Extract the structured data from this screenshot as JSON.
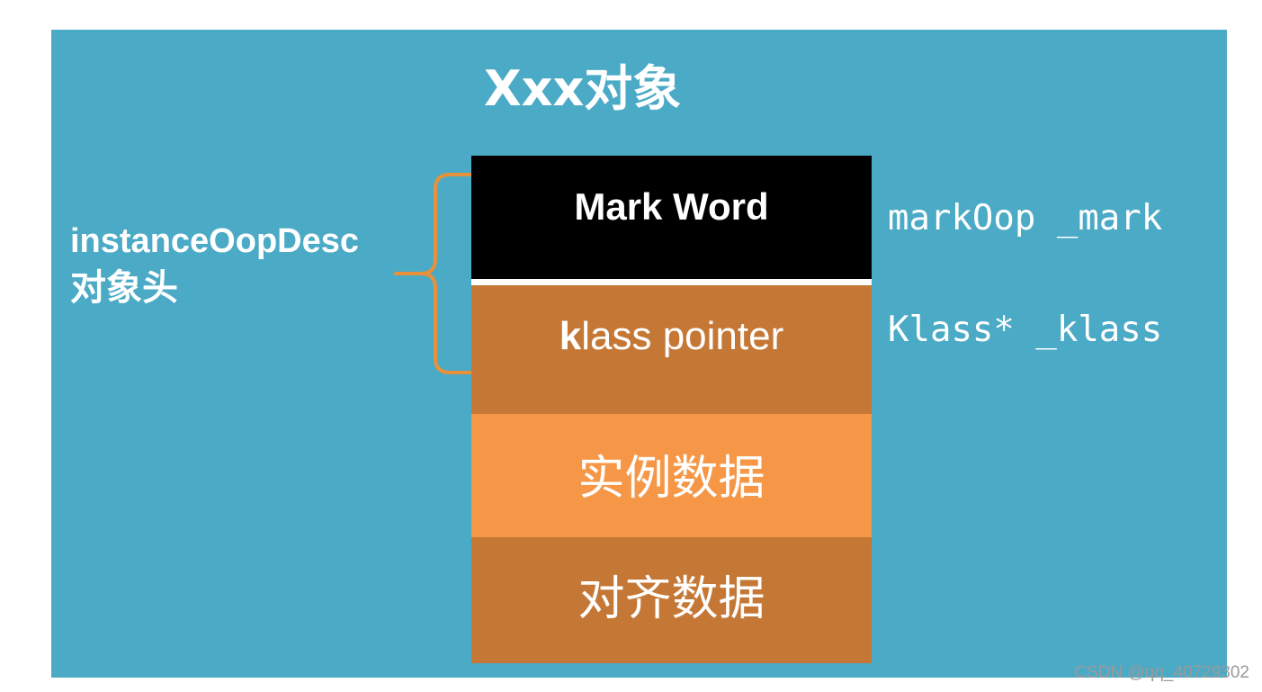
{
  "diagram": {
    "title": "Xxx对象",
    "header_label": {
      "line1": "instanceOopDesc",
      "line2": "对象头"
    },
    "blocks": {
      "mark_word": "Mark Word",
      "klass_pointer_first": "k",
      "klass_pointer_rest": "lass pointer",
      "instance_data": "实例数据",
      "padding_data": "对齐数据"
    },
    "fields": {
      "mark": "markOop _mark",
      "klass": "Klass* _klass"
    },
    "watermark": "CSDN @qq_40729302"
  },
  "colors": {
    "background": "#4BAAC6",
    "mark_word": "#000000",
    "klass_pointer": "#C57836",
    "instance_data": "#F59746",
    "padding_data": "#C57836",
    "brace": "#E8913A"
  }
}
